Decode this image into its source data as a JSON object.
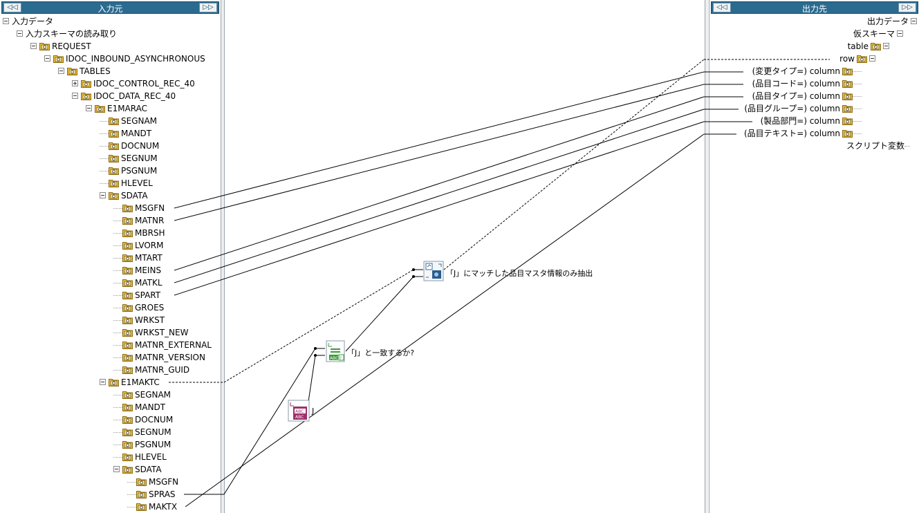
{
  "left_panel": {
    "title": "入力元",
    "collapse_left": "◁◁",
    "collapse_right": "▷▷",
    "root": "入力データ",
    "schema": "入力スキーマの読み取り",
    "request": "REQUEST",
    "idoc": "IDOC_INBOUND_ASYNCHRONOUS",
    "tables": "TABLES",
    "control_rec": "IDOC_CONTROL_REC_40",
    "data_rec": "IDOC_DATA_REC_40",
    "e1marac": "E1MARAC",
    "e1marac_fields": [
      "SEGNAM",
      "MANDT",
      "DOCNUM",
      "SEGNUM",
      "PSGNUM",
      "HLEVEL"
    ],
    "sdata1": "SDATA",
    "sdata1_fields": [
      "MSGFN",
      "MATNR",
      "MBRSH",
      "LVORM",
      "MTART",
      "MEINS",
      "MATKL",
      "SPART",
      "GROES",
      "WRKST",
      "WRKST_NEW",
      "MATNR_EXTERNAL",
      "MATNR_VERSION",
      "MATNR_GUID"
    ],
    "e1maktc": "E1MAKTC",
    "e1maktc_fields": [
      "SEGNAM",
      "MANDT",
      "DOCNUM",
      "SEGNUM",
      "PSGNUM",
      "HLEVEL"
    ],
    "sdata2": "SDATA",
    "sdata2_fields": [
      "MSGFN",
      "SPRAS",
      "MAKTX"
    ]
  },
  "right_panel": {
    "title": "出力先",
    "collapse_left": "◁◁",
    "collapse_right": "▷▷",
    "root": "出力データ",
    "schema": "仮スキーマ",
    "table": "table",
    "row": "row",
    "columns": [
      "(変更タイプ=) column",
      "(品目コード=) column",
      "(品目タイプ=) column",
      "(品目グループ=) column",
      "(製品部門=) column",
      "(品目テキスト=) column"
    ],
    "script_vars": "スクリプト変数"
  },
  "canvas": {
    "filter_label": "「J」にマッチした品目マスタ情報のみ抽出",
    "compare_label": "「J」と一致するか?",
    "constant_label": "J",
    "filter_icon": "filter-icon",
    "compare_icon": "compare-icon",
    "constant_icon": "constant-icon"
  },
  "colors": {
    "header": "#2b6b8f",
    "tree_line": "#999999",
    "icon_fill": "#f0c040",
    "constant_fill": "#a0306a"
  }
}
